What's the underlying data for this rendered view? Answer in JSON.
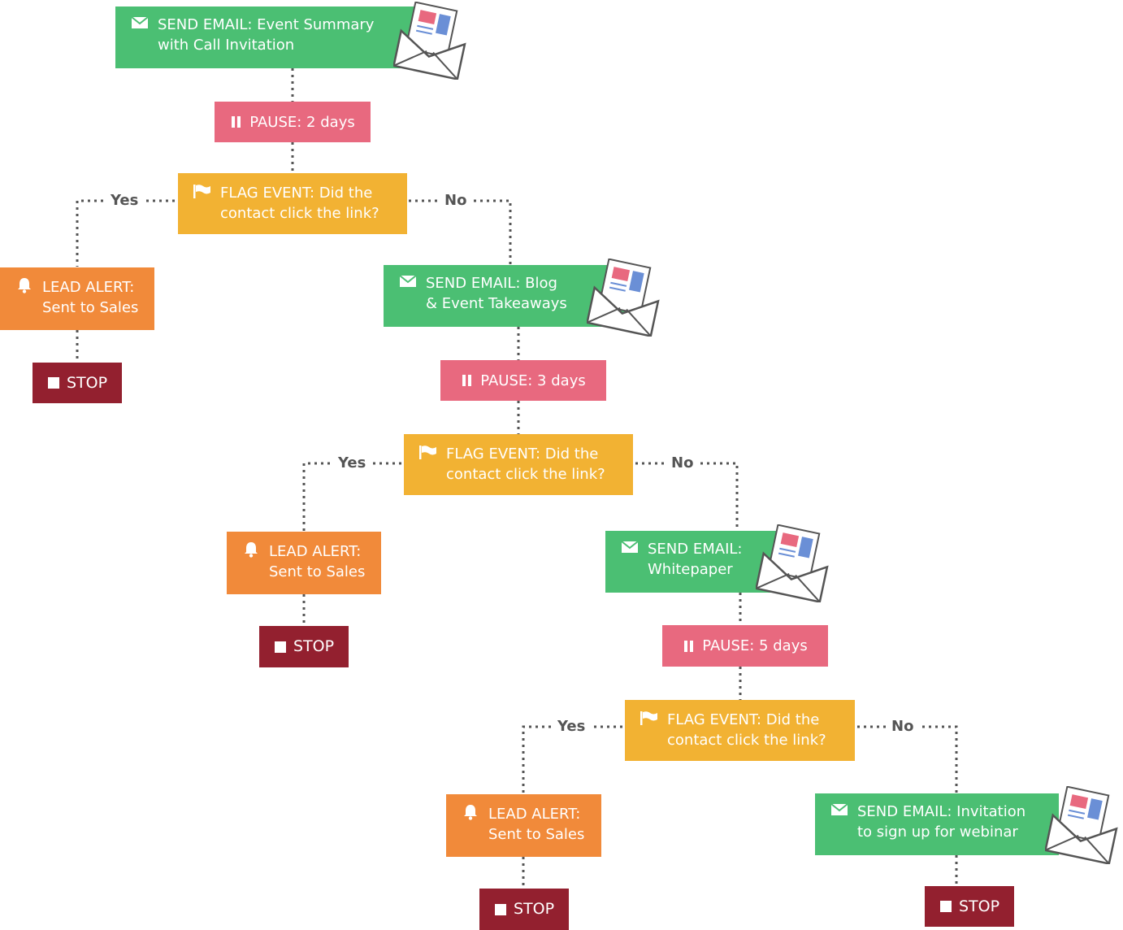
{
  "colors": {
    "send_email": "#4bbf73",
    "pause": "#e8697f",
    "flag_event": "#f2b233",
    "lead_alert": "#f18a3a",
    "stop": "#93202f",
    "connector": "#555555"
  },
  "nodes": {
    "email1": {
      "line1": "SEND EMAIL: Event Summary",
      "line2": "with Call Invitation",
      "icon": "envelope-icon"
    },
    "pause1": {
      "label": "PAUSE: 2 days",
      "icon": "pause-icon"
    },
    "flag1": {
      "line1": "FLAG EVENT: Did the",
      "line2": "contact click the link?",
      "icon": "flag-icon"
    },
    "alert1": {
      "line1": "LEAD ALERT:",
      "line2": "Sent to Sales",
      "icon": "bell-icon"
    },
    "stop1": {
      "label": "STOP",
      "icon": "stop-icon"
    },
    "email2": {
      "line1": "SEND EMAIL: Blog",
      "line2": "& Event Takeaways",
      "icon": "envelope-icon"
    },
    "pause2": {
      "label": "PAUSE: 3 days",
      "icon": "pause-icon"
    },
    "flag2": {
      "line1": "FLAG EVENT: Did the",
      "line2": "contact click the link?",
      "icon": "flag-icon"
    },
    "alert2": {
      "line1": "LEAD ALERT:",
      "line2": "Sent to Sales",
      "icon": "bell-icon"
    },
    "stop2": {
      "label": "STOP",
      "icon": "stop-icon"
    },
    "email3": {
      "line1": "SEND EMAIL:",
      "line2": "Whitepaper",
      "icon": "envelope-icon"
    },
    "pause3": {
      "label": "PAUSE: 5 days",
      "icon": "pause-icon"
    },
    "flag3": {
      "line1": "FLAG EVENT: Did the",
      "line2": "contact click the link?",
      "icon": "flag-icon"
    },
    "alert3": {
      "line1": "LEAD ALERT:",
      "line2": "Sent to Sales",
      "icon": "bell-icon"
    },
    "stop3": {
      "label": "STOP",
      "icon": "stop-icon"
    },
    "email4": {
      "line1": "SEND EMAIL: Invitation",
      "line2": "to sign up for webinar",
      "icon": "envelope-icon"
    },
    "stop4": {
      "label": "STOP",
      "icon": "stop-icon"
    }
  },
  "branches": {
    "yes": "Yes",
    "no": "No"
  }
}
